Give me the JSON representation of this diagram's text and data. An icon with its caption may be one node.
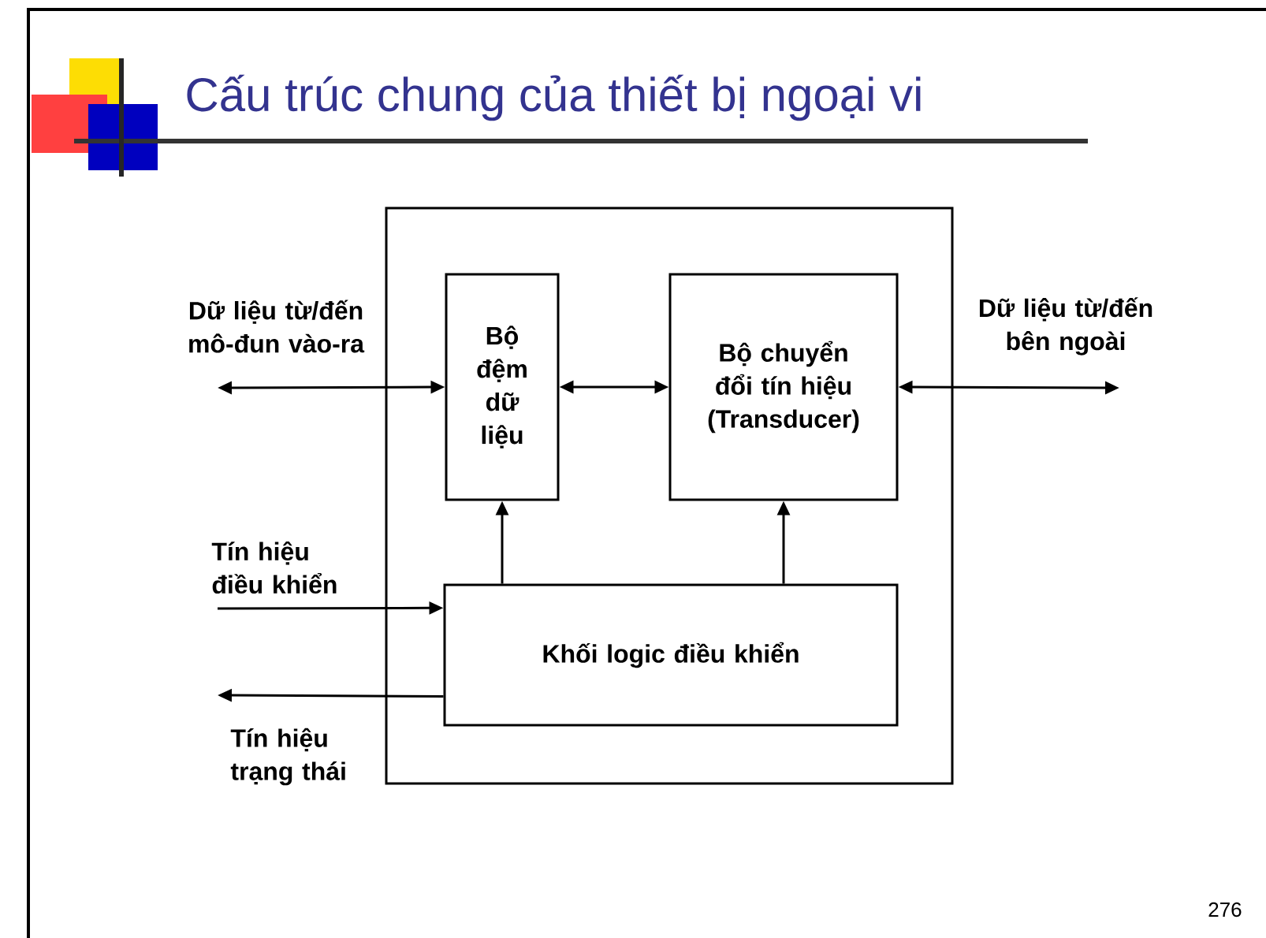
{
  "diagram": {
    "title": "Cấu trúc chung của thiết bị ngoại vi",
    "nodes": [
      {
        "text": [],
        "shape": "box"
      },
      {
        "text": [
          "Bộ đệm dữ liệu"
        ],
        "in": 0
      },
      {
        "text": [
          "Bộ chuyển đổi tín hiệu (Transducer)"
        ],
        "in": 0
      },
      {
        "text": [
          "Khối logic điều khiển"
        ],
        "in": 0
      }
    ],
    "edges": [
      {
        "from": null,
        "to": 1,
        "arrow": "both",
        "label": "Dữ liệu từ/đến mô-đun vào-ra"
      },
      {
        "from": 1,
        "to": 2,
        "arrow": "both"
      },
      {
        "from": 2,
        "to": null,
        "arrow": "both",
        "label": "Dữ liệu từ/đến bên ngoài"
      },
      {
        "from": null,
        "to": 3,
        "arrow": "to",
        "label": "Tín hiệu điều khiển"
      },
      {
        "from": 3,
        "to": null,
        "arrow": "to",
        "label": "Tín hiệu trạng thái"
      },
      {
        "from": 3,
        "to": 1,
        "arrow": "to"
      },
      {
        "from": 3,
        "to": 2,
        "arrow": "to"
      }
    ],
    "labels": [
      "276"
    ]
  }
}
